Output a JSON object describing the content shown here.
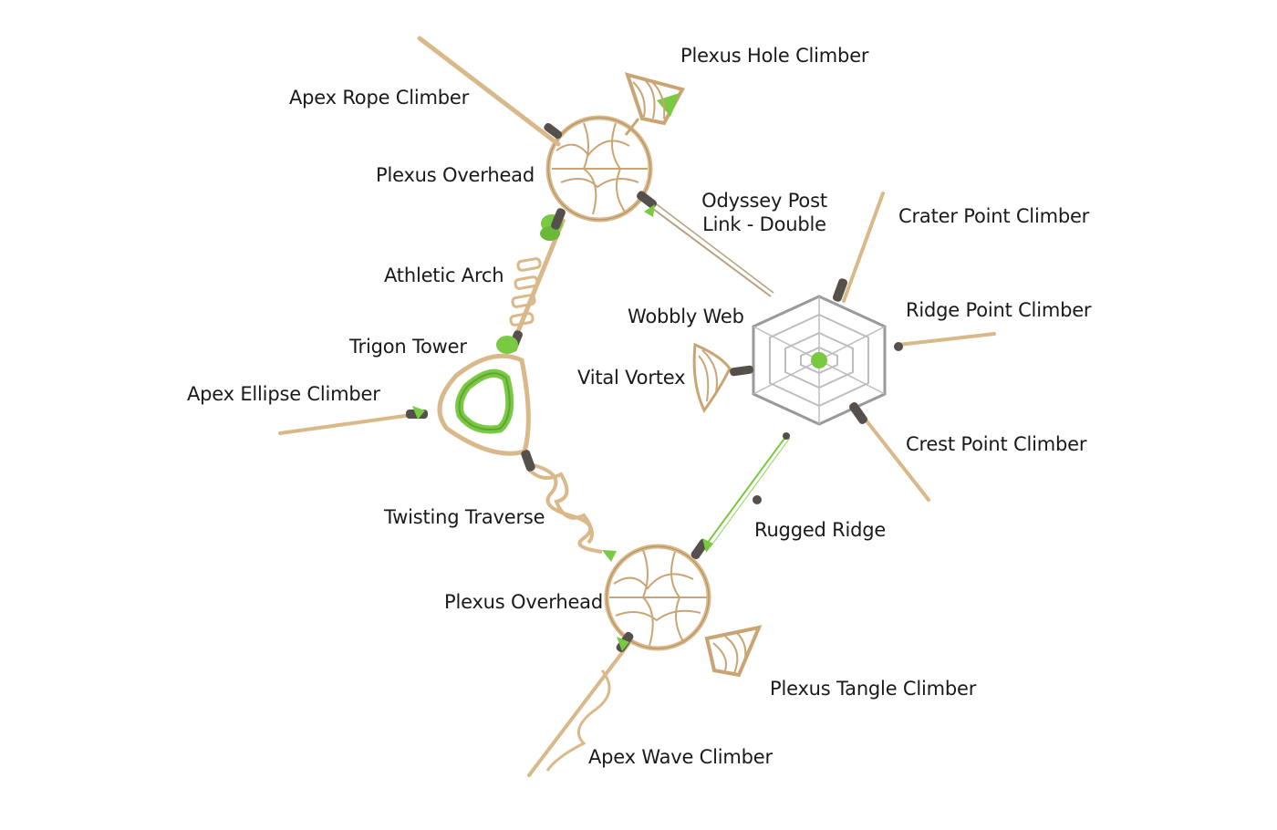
{
  "colors": {
    "rope": "#d9b88a",
    "rope_dark": "#b08a5c",
    "accent_green": "#7ac943",
    "clamp": "#55504c",
    "web": "#9a9a9a",
    "text": "#1a1a1a"
  },
  "labels": {
    "plexus_hole_climber": "Plexus Hole Climber",
    "apex_rope_climber": "Apex Rope Climber",
    "plexus_overhead_top": "Plexus Overhead",
    "odyssey_post_link_line1": "Odyssey Post",
    "odyssey_post_link_line2": "Link - Double",
    "crater_point_climber": "Crater Point Climber",
    "athletic_arch": "Athletic Arch",
    "ridge_point_climber": "Ridge Point Climber",
    "wobbly_web": "Wobbly Web",
    "trigon_tower": "Trigon Tower",
    "vital_vortex": "Vital Vortex",
    "apex_ellipse_climber": "Apex Ellipse Climber",
    "crest_point_climber": "Crest Point Climber",
    "twisting_traverse": "Twisting Traverse",
    "rugged_ridge": "Rugged Ridge",
    "plexus_overhead_bottom": "Plexus Overhead",
    "plexus_tangle_climber": "Plexus Tangle Climber",
    "apex_wave_climber": "Apex Wave Climber"
  }
}
